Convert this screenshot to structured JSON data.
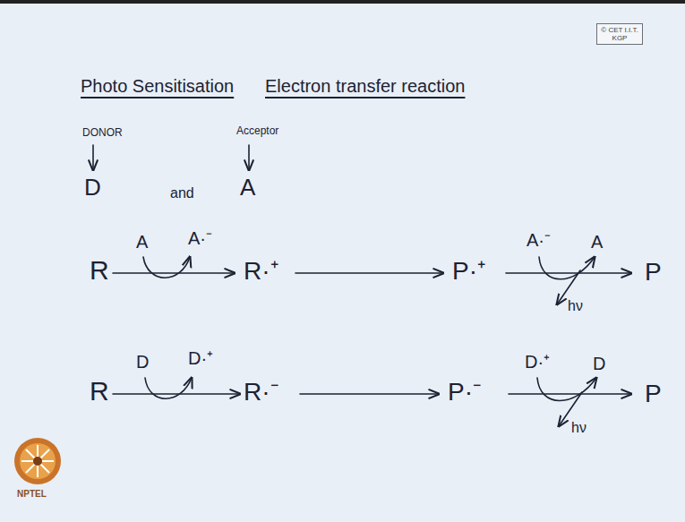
{
  "diagram": {
    "nodes": [
      {
        "text": [
          "© CET I.I.T. KGP"
        ]
      }
    ],
    "labels": [
      "Photo Sensitisation",
      "Electron transfer reaction",
      "DONOR",
      "Acceptor",
      "D",
      "and",
      "A",
      "R",
      "A",
      "A·⁻",
      "R·⁺",
      "P·⁺",
      "A·⁻",
      "A",
      "hν",
      "P",
      "R",
      "D",
      "D·⁺",
      "R·⁻",
      "P·⁻",
      "D·⁺",
      "D",
      "hν",
      "P",
      "NPTEL"
    ]
  }
}
